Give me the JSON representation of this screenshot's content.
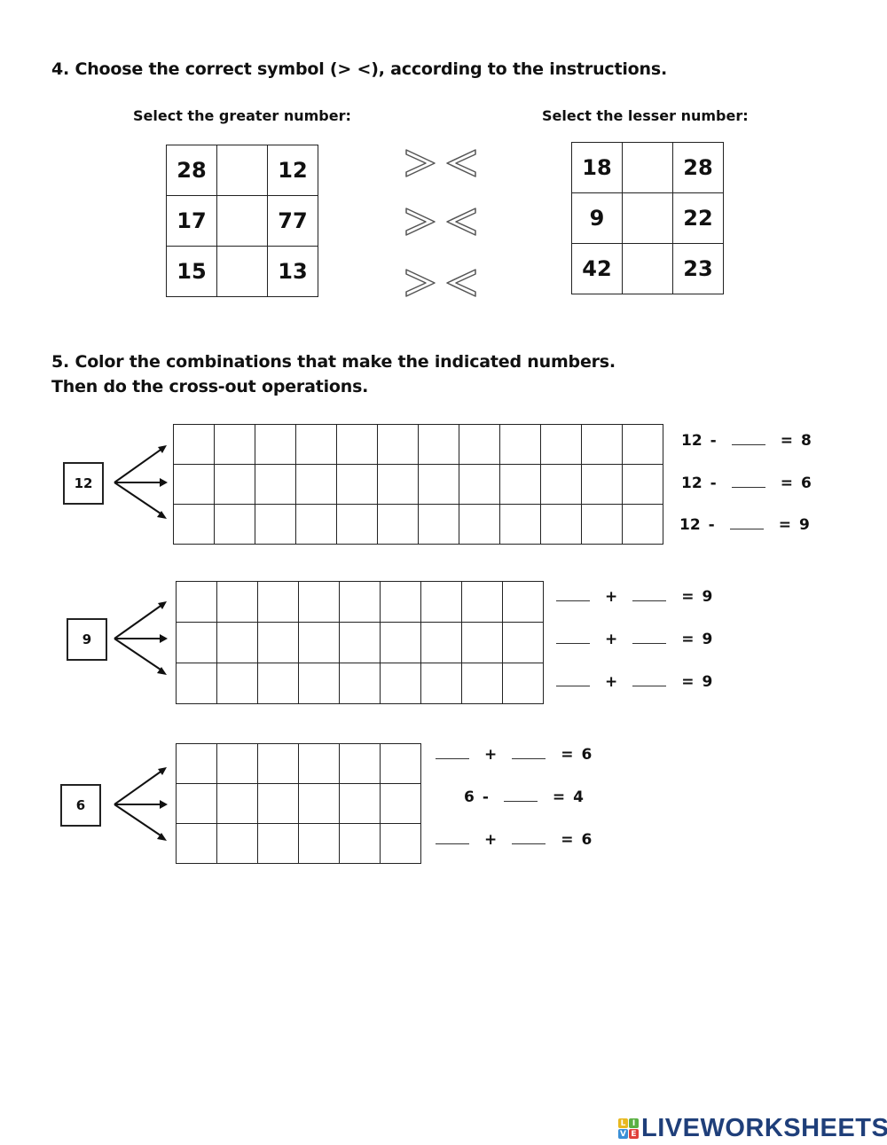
{
  "section4": {
    "title": "4. Choose the correct symbol (> <), according to the instructions.",
    "greater": {
      "label": "Select the greater number:",
      "rows": [
        {
          "left": "28",
          "answer": "",
          "right": "12"
        },
        {
          "left": "17",
          "answer": "",
          "right": "77"
        },
        {
          "left": "15",
          "answer": "",
          "right": "13"
        }
      ]
    },
    "symbols": {
      "greater": ">",
      "less": "<"
    },
    "lesser": {
      "label": "Select the lesser number:",
      "rows": [
        {
          "left": "18",
          "answer": "",
          "right": "28"
        },
        {
          "left": "9",
          "answer": "",
          "right": "22"
        },
        {
          "left": "42",
          "answer": "",
          "right": "23"
        }
      ]
    }
  },
  "section5": {
    "title_line1": "5. Color the combinations that make the indicated numbers.",
    "title_line2": "Then do the cross-out operations.",
    "groups": [
      {
        "number": "12",
        "columns": 12,
        "rows": 3,
        "equations": [
          {
            "a": "12",
            "op": "-",
            "b": "____",
            "result": "8"
          },
          {
            "a": "12",
            "op": "-",
            "b": "____",
            "result": "6"
          },
          {
            "a": "12",
            "op": "-",
            "b": "____",
            "result": "9"
          }
        ]
      },
      {
        "number": "9",
        "columns": 9,
        "rows": 3,
        "equations": [
          {
            "a": "____",
            "op": "+",
            "b": "____",
            "result": "9"
          },
          {
            "a": "____",
            "op": "+",
            "b": "____",
            "result": "9"
          },
          {
            "a": "____",
            "op": "+",
            "b": "____",
            "result": "9"
          }
        ]
      },
      {
        "number": "6",
        "columns": 6,
        "rows": 3,
        "equations": [
          {
            "a": "____",
            "op": "+",
            "b": "____",
            "result": "6"
          },
          {
            "a": "6",
            "op": "-",
            "b": "____",
            "result": "4"
          },
          {
            "a": "____",
            "op": "+",
            "b": "____",
            "result": "6"
          }
        ]
      }
    ]
  },
  "footer": {
    "logo_icon_letters": [
      "L",
      "I",
      "V",
      "E"
    ],
    "logo_icon_colors": [
      "#e8b820",
      "#5bb043",
      "#3a8fd6",
      "#e0403a"
    ],
    "logo_text": "LIVEWORKSHEETS",
    "logo_color": "#1f3f7a"
  }
}
